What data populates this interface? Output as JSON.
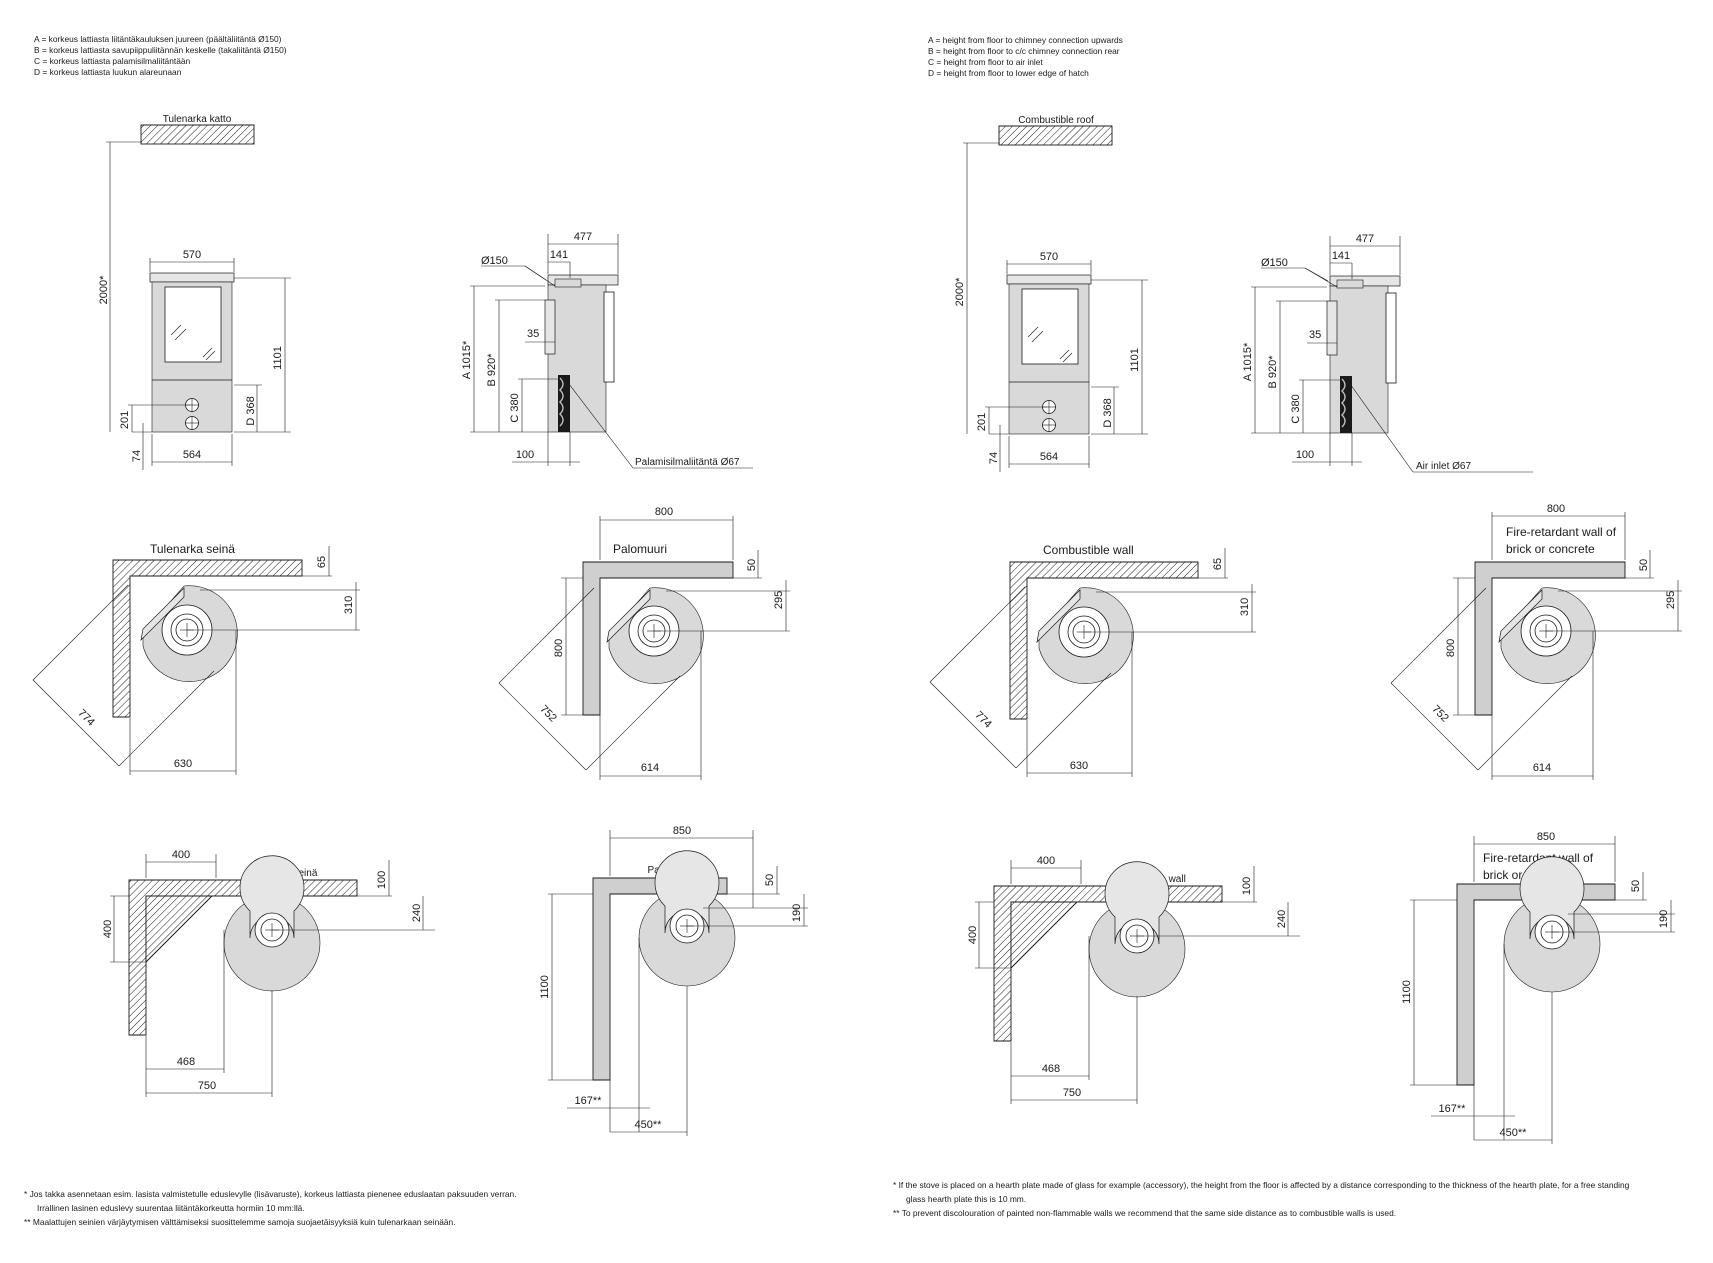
{
  "legend_fi": [
    "A = korkeus lattiasta liitäntäkauluksen juureen (päältäliitäntä Ø150)",
    "B = korkeus lattiasta savupiippuliitännän keskelle (takaliitäntä Ø150)",
    "C = korkeus lattiasta palamisilmaliitäntään",
    "D = korkeus lattiasta luukun alareunaan"
  ],
  "legend_en": [
    "A = height from floor to chimney connection upwards",
    "B = height from floor to c/c chimney connection rear",
    "C = height from floor to air inlet",
    "D = height from floor to lower edge of hatch"
  ],
  "footnotes_fi": [
    "*  Jos takka asennetaan esim. lasista valmistetulle eduslevylle (lisävaruste), korkeus lattiasta pienenee eduslaatan paksuuden verran.",
    "Irrallinen lasinen eduslevy suurentaa liitäntäkorkeutta hormiin 10 mm:llä.",
    "**  Maalattujen seinien värjäytymisen välttämiseksi suosittelemme samoja suojaetäisyyksiä kuin tulenarkaan seinään."
  ],
  "footnotes_en": [
    "*   If the stove is placed on a hearth plate made of glass for example (accessory), the height from the floor is affected by a distance corresponding to the thickness of the hearth plate, for a free standing",
    "glass hearth plate this is 10 mm.",
    "**  To prevent discolouration of painted non-flammable walls we recommend that the same side distance as to combustible walls is used."
  ],
  "labels_fi": {
    "roof": "Tulenarka katto",
    "air_inlet": "Palamisilmaliitäntä Ø67",
    "comb_wall_title": "Tulenarka seinä",
    "fire_wall_title": "Palomuuri",
    "comb_wall_label": "Tulenarka seinä",
    "fire_wall_label": "Palomuuri"
  },
  "labels_en": {
    "roof": "Combustible roof",
    "air_inlet": "Air inlet Ø67",
    "comb_wall_title": "Combustible wall",
    "fire_wall_line1": "Fire-retardant wall of",
    "fire_wall_line2": "brick or concrete",
    "comb_wall_label": "Combustible wall"
  },
  "dims": {
    "front_height": "2000*",
    "front_top_width": "570",
    "front_height_total": "1101",
    "front_d": "D 368",
    "front_201": "201",
    "front_74": "74",
    "front_bottom_width": "564",
    "side_depth": "477",
    "side_141": "141",
    "side_dia": "Ø150",
    "side_35": "35",
    "side_a": "A 1015*",
    "side_b": "B 920*",
    "side_c": "C 380",
    "side_100": "100",
    "corner_comb_65": "65",
    "corner_comb_310": "310",
    "corner_comb_774": "774",
    "corner_comb_630": "630",
    "corner_fire_800_top": "800",
    "corner_fire_50": "50",
    "corner_fire_295": "295",
    "corner_fire_800_side": "800",
    "corner_fire_752": "752",
    "corner_fire_614": "614",
    "par_comb_400_top": "400",
    "par_comb_100": "100",
    "par_comb_240": "240",
    "par_comb_400_side": "400",
    "par_comb_468": "468",
    "par_comb_750": "750",
    "par_fire_850": "850",
    "par_fire_50": "50",
    "par_fire_190": "190",
    "par_fire_1100": "1100",
    "par_fire_167": "167**",
    "par_fire_450": "450**"
  }
}
